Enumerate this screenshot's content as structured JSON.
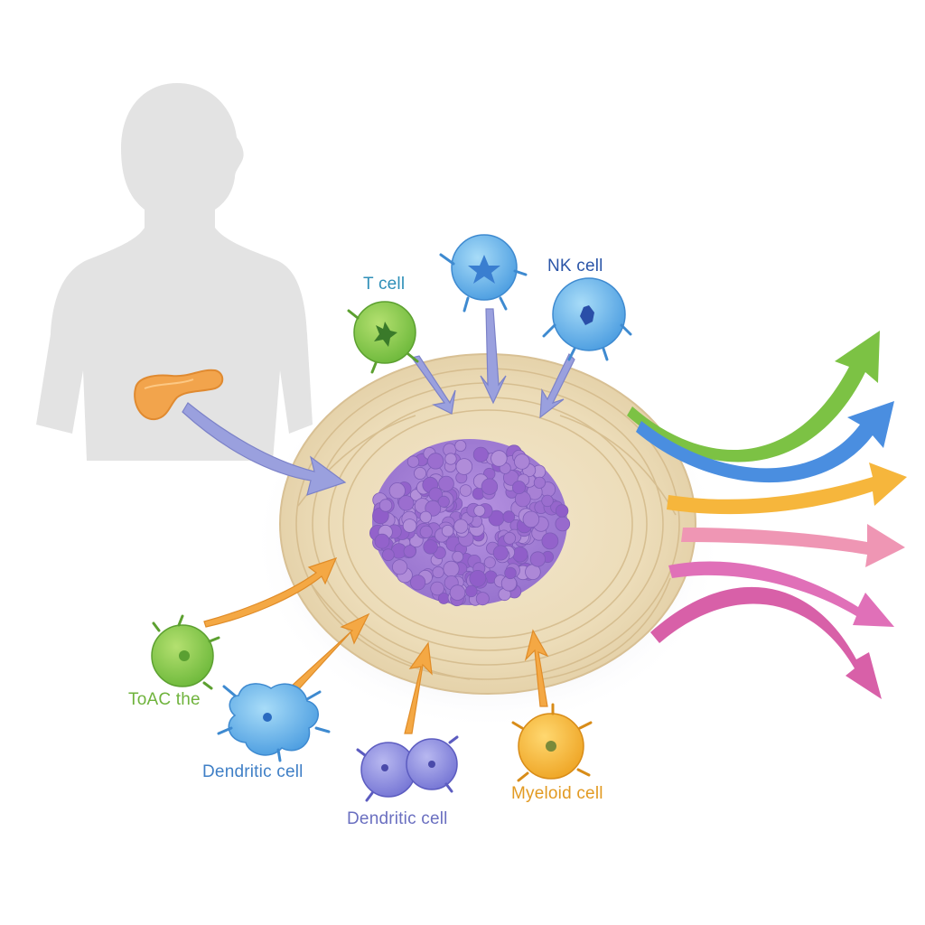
{
  "labels": {
    "t_cell": "T cell",
    "nk_cell": "NK cell",
    "toac": "ToAC the",
    "dendritic_cell_1": "Dendritic cell",
    "dendritic_cell_2": "Dendritic cell",
    "myeloid_cell": "Myeloid cell"
  },
  "colors": {
    "background": "#ffffff",
    "silhouette": "#e2e2e2",
    "pancreas": "#f0a048",
    "stroma": "#efe0c0",
    "tumor": "#a983d6",
    "t_cell": "#8cc850",
    "nk_cell": "#6cb8ec",
    "dendritic_blue": "#6ab4ea",
    "dendritic_purple": "#8c8ce0",
    "myeloid": "#f4b83a",
    "inbound_arrow_top": "#9aa0de",
    "inbound_arrow_bottom": "#f4a844",
    "outbound_green": "#7cc244",
    "outbound_blue": "#4a8ee0",
    "outbound_orange": "#f6b63c",
    "outbound_pink": "#ef96b4",
    "outbound_magenta": "#e070b8"
  }
}
